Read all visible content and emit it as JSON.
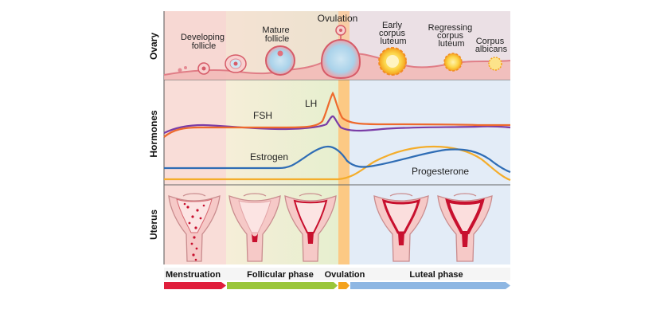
{
  "rows": {
    "ovary": "Ovary",
    "hormones": "Hormones",
    "uterus": "Uterus"
  },
  "ovary_labels": {
    "developing_follicle": [
      "Developing",
      "follicle"
    ],
    "mature_follicle": [
      "Mature",
      "follicle"
    ],
    "ovulation": "Ovulation",
    "early_corpus_luteum": [
      "Early",
      "corpus",
      "luteum"
    ],
    "regressing_corpus_luteum": [
      "Regressing",
      "corpus",
      "luteum"
    ],
    "corpus_albicans": [
      "Corpus",
      "albicans"
    ]
  },
  "hormones": {
    "lh": "LH",
    "fsh": "FSH",
    "estrogen": "Estrogen",
    "progesterone": "Progesterone"
  },
  "phases": {
    "menstruation": "Menstruation",
    "follicular": "Follicular phase",
    "ovulation": "Ovulation",
    "luteal": "Luteal phase"
  },
  "colors": {
    "menstruation_bg": "#f9ddd8",
    "follicular_bg": "#eef3d6",
    "ovulation_band": "#fbbf6e",
    "luteal_bg": "#e3ecf7",
    "lh": "#ee6a2d",
    "fsh": "#7a3da6",
    "estrogen": "#2f6db5",
    "progesterone": "#f4ad2b",
    "menstruation_arrow": "#e01e3c",
    "follicular_arrow": "#9ac63a",
    "ovulation_arrow": "#f4a21c",
    "luteal_arrow": "#8eb7e3"
  }
}
